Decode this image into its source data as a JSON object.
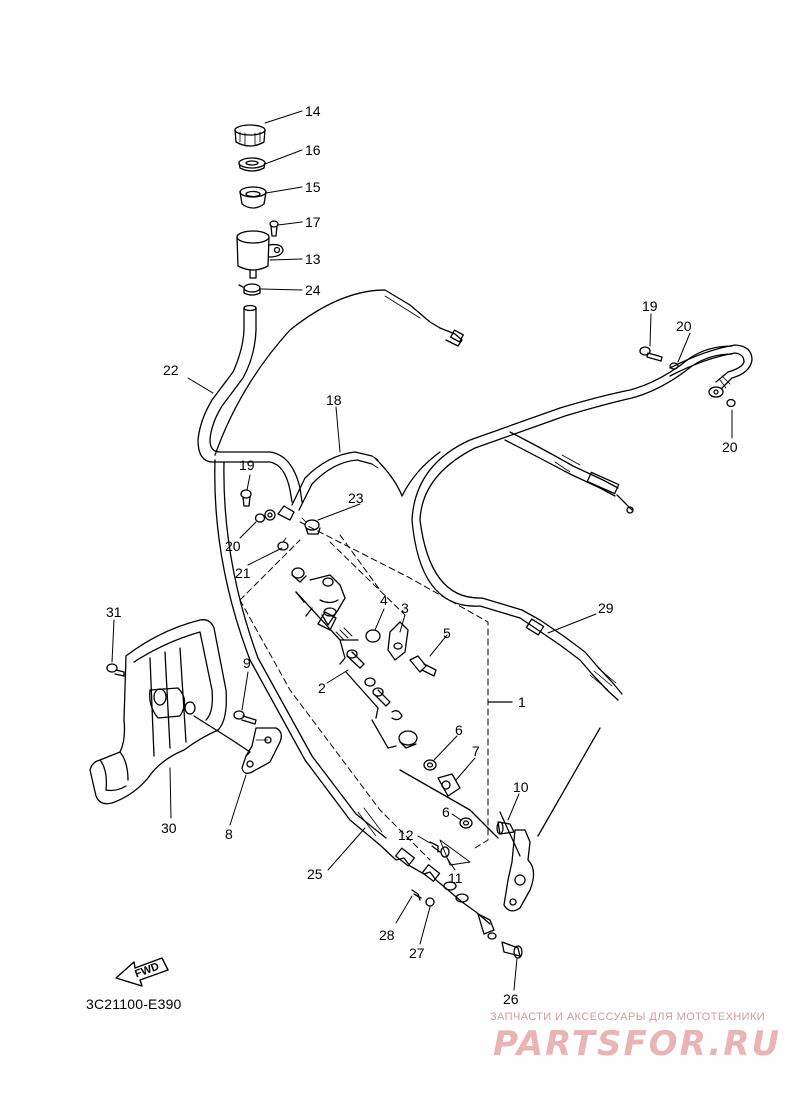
{
  "diagram_code": "3C21100-E390",
  "fwd_label": "FWD",
  "watermark": {
    "tagline": "ЗАПЧАСТИ И АКСЕССУАРЫ ДЛЯ МОТОТЕХНИКИ",
    "logo": "PARTSFOR.RU"
  },
  "callouts": {
    "c14": "14",
    "c16": "16",
    "c15": "15",
    "c17": "17",
    "c13": "13",
    "c24": "24",
    "c22": "22",
    "c18": "18",
    "c19a": "19",
    "c20a": "20",
    "c21": "21",
    "c23": "23",
    "c19b": "19",
    "c20b": "20",
    "c20c": "20",
    "c4": "4",
    "c3": "3",
    "c5": "5",
    "c29": "29",
    "c1": "1",
    "c2": "2",
    "c31": "31",
    "c9": "9",
    "c6a": "6",
    "c7": "7",
    "c6b": "6",
    "c10": "10",
    "c8": "8",
    "c30": "30",
    "c12": "12",
    "c11": "11",
    "c25": "25",
    "c28": "28",
    "c27": "27",
    "c26": "26"
  }
}
